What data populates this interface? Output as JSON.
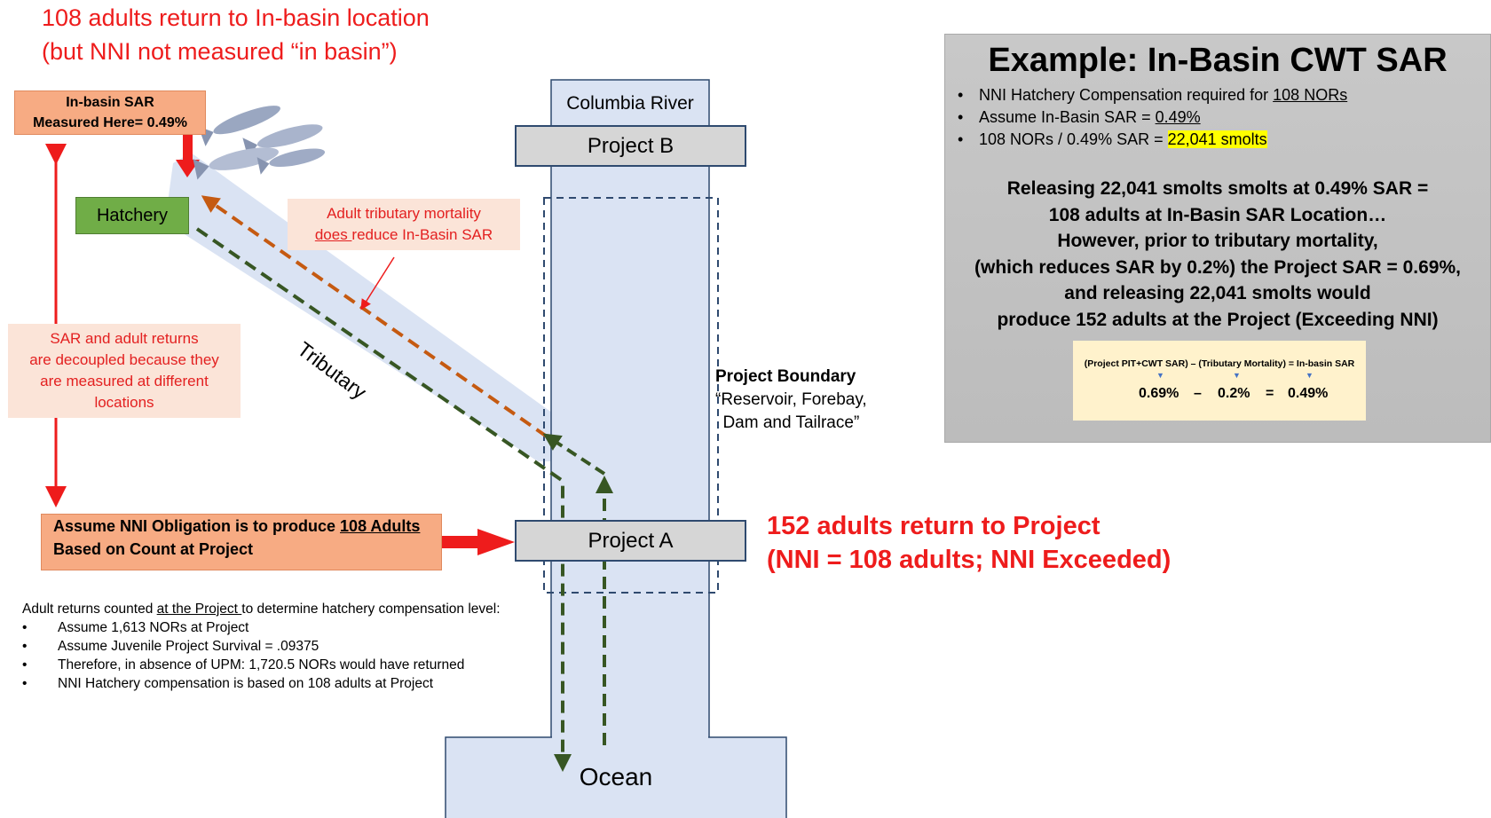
{
  "header": {
    "line1": "108 adults return to In-basin location",
    "line2": "(but NNI not measured “in basin”)"
  },
  "sar_box": {
    "line1": "In-basin SAR",
    "line2": "Measured Here= 0.49%"
  },
  "hatchery": {
    "label": "Hatchery"
  },
  "mortality_note": {
    "line1": "Adult tributary mortality",
    "line2_underlined": "does ",
    "line2_rest": "reduce In-Basin SAR"
  },
  "decoupled_note": {
    "lines": [
      "SAR and adult returns",
      "are decoupled because they",
      "are measured at different",
      "locations"
    ]
  },
  "tributary_label": "Tributary",
  "river": {
    "name": "Columbia River",
    "project_b": "Project B",
    "project_a": "Project A",
    "ocean": "Ocean"
  },
  "boundary": {
    "title": "Project Boundary",
    "line1": "“Reservoir, Forebay,",
    "line2": "Dam and Tailrace”"
  },
  "project_return": {
    "line1": "152 adults return to Project",
    "line2": "(NNI = 108 adults; NNI Exceeded)"
  },
  "obligation": {
    "pre": "Assume NNI Obligation is to produce ",
    "underlined": "108 Adults",
    "line2": "Based on Count at Project"
  },
  "returns_counted": {
    "intro_pre": "Adult returns counted ",
    "intro_underlined": "at the Project ",
    "intro_post": "to determine hatchery compensation level:",
    "bullets": [
      "Assume 1,613 NORs at Project",
      "Assume Juvenile Project Survival = .09375",
      "Therefore, in absence of UPM: 1,720.5 NORs would have returned",
      "NNI Hatchery compensation is based on 108 adults at Project"
    ]
  },
  "example": {
    "title": "Example: In-Basin CWT SAR",
    "bullet1_pre": "NNI Hatchery Compensation required for ",
    "bullet1_u": "108 NORs",
    "bullet2_pre": "Assume In-Basin SAR = ",
    "bullet2_u": "0.49%",
    "bullet3_pre": "108 NORs / 0.49% SAR = ",
    "bullet3_hl": "22,041 smolts",
    "para": [
      "Releasing 22,041 smolts smolts at 0.49% SAR =",
      "108 adults at In-Basin SAR Location…",
      "However, prior to tributary mortality,",
      "(which reduces SAR by 0.2%) the Project SAR = 0.69%,",
      "and releasing 22,041 smolts would",
      "produce 152 adults at the Project (Exceeding NNI)"
    ],
    "formula_top": "(Project PIT+CWT SAR) – (Tributary Mortality) = In-basin SAR",
    "formula_v1": "0.69%",
    "formula_minus": "–",
    "formula_v2": "0.2%",
    "formula_eq": "=",
    "formula_v3": "0.49%"
  },
  "colors": {
    "river": "#dae3f3",
    "river_border": "#2f4a6f",
    "red": "#ee1c1c",
    "orange_box": "#f7ab83",
    "hatchery_green": "#70ad47",
    "dashed_green": "#375623",
    "dashed_orange": "#c55a11",
    "highlight": "#ffff00"
  },
  "icons": [
    "fish-icon"
  ]
}
